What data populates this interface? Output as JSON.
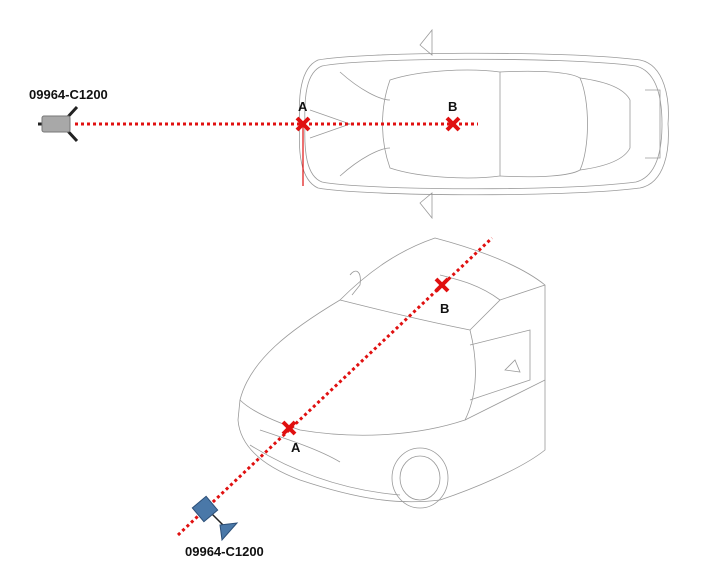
{
  "top_view": {
    "tool_label": "09964-C1200",
    "point_a": "A",
    "point_b": "B"
  },
  "perspective_view": {
    "tool_label": "09964-C1200",
    "point_a": "A",
    "point_b": "B"
  },
  "colors": {
    "laser_line": "#e01010",
    "tool_blue": "#4a78a8",
    "tool_grey": "#9a9a9a"
  }
}
